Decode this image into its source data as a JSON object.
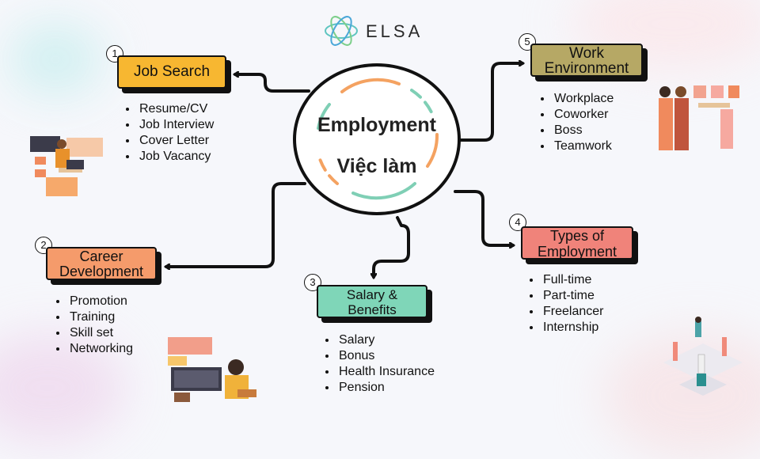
{
  "logo": {
    "text": "ELSA"
  },
  "center": {
    "title_en": "Employment",
    "title_vi": "Việc làm"
  },
  "topics": [
    {
      "number": "1",
      "title_lines": [
        "Job Search"
      ],
      "color": "#f7b731",
      "items": [
        "Resume/CV",
        "Job Interview",
        "Cover Letter",
        "Job Vacancy"
      ]
    },
    {
      "number": "2",
      "title_lines": [
        "Career",
        "Development"
      ],
      "color": "#f59b6b",
      "items": [
        "Promotion",
        "Training",
        "Skill set",
        "Networking"
      ]
    },
    {
      "number": "3",
      "title_lines": [
        "Salary &",
        "Benefits"
      ],
      "color": "#7fd6b8",
      "items": [
        "Salary",
        "Bonus",
        "Health Insurance",
        "Pension"
      ]
    },
    {
      "number": "4",
      "title_lines": [
        "Types of",
        "Employment"
      ],
      "color": "#f0837a",
      "items": [
        "Full-time",
        "Part-time",
        "Freelancer",
        "Internship"
      ]
    },
    {
      "number": "5",
      "title_lines": [
        "Work",
        "Environment"
      ],
      "color": "#b6a865",
      "items": [
        "Workplace",
        "Coworker",
        "Boss",
        "Teamwork"
      ]
    }
  ]
}
